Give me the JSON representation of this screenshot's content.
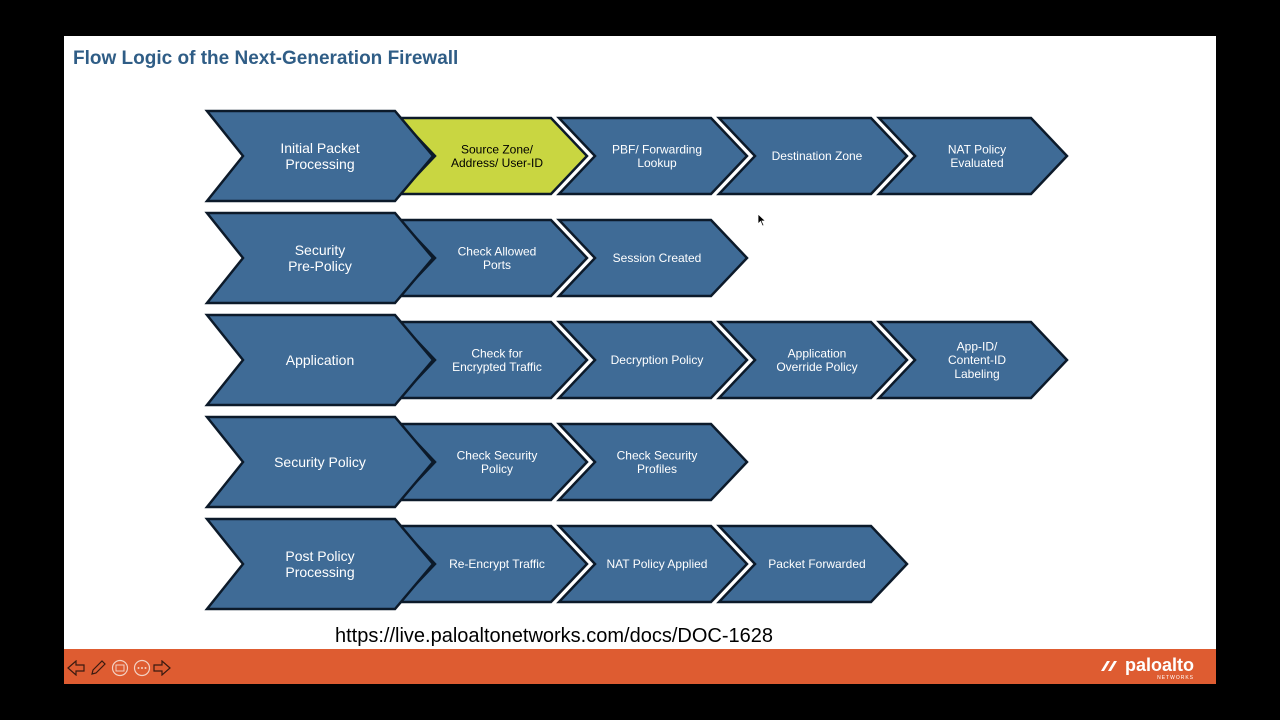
{
  "title": "Flow Logic of the Next-Generation Firewall",
  "rows": [
    {
      "stage": [
        "Initial Packet",
        "Processing"
      ],
      "steps": [
        {
          "lines": [
            "Source Zone/",
            "Address/ User-ID"
          ],
          "highlight": true
        },
        {
          "lines": [
            "PBF/ Forwarding",
            "Lookup"
          ]
        },
        {
          "lines": [
            "Destination Zone"
          ]
        },
        {
          "lines": [
            "NAT Policy",
            "Evaluated"
          ]
        }
      ]
    },
    {
      "stage": [
        "Security",
        "Pre-Policy"
      ],
      "steps": [
        {
          "lines": [
            "Check Allowed",
            "Ports"
          ]
        },
        {
          "lines": [
            "Session Created"
          ]
        }
      ]
    },
    {
      "stage": [
        "Application"
      ],
      "steps": [
        {
          "lines": [
            "Check for",
            "Encrypted Traffic"
          ]
        },
        {
          "lines": [
            "Decryption Policy"
          ]
        },
        {
          "lines": [
            "Application",
            "Override Policy"
          ]
        },
        {
          "lines": [
            "App-ID/",
            "Content-ID",
            "Labeling"
          ]
        }
      ]
    },
    {
      "stage": [
        "Security Policy"
      ],
      "steps": [
        {
          "lines": [
            "Check Security",
            "Policy"
          ]
        },
        {
          "lines": [
            "Check Security",
            "Profiles"
          ]
        }
      ]
    },
    {
      "stage": [
        "Post Policy",
        "Processing"
      ],
      "steps": [
        {
          "lines": [
            "Re-Encrypt Traffic"
          ]
        },
        {
          "lines": [
            "NAT Policy Applied"
          ]
        },
        {
          "lines": [
            "Packet Forwarded"
          ]
        }
      ]
    }
  ],
  "source_url": "https://live.paloaltonetworks.com/docs/DOC-1628",
  "footer": {
    "logo_text": "paloalto",
    "logo_tag": "NETWORKS",
    "controls": [
      "back-arrow-icon",
      "pen-icon",
      "slides-icon",
      "more-icon",
      "forward-arrow-icon"
    ]
  },
  "colors": {
    "chevron_fill": "#3f6b96",
    "chevron_stroke": "#0c1a2a",
    "highlight_fill": "#c9d641",
    "title": "#2f5d86",
    "footer": "#de5c31"
  }
}
